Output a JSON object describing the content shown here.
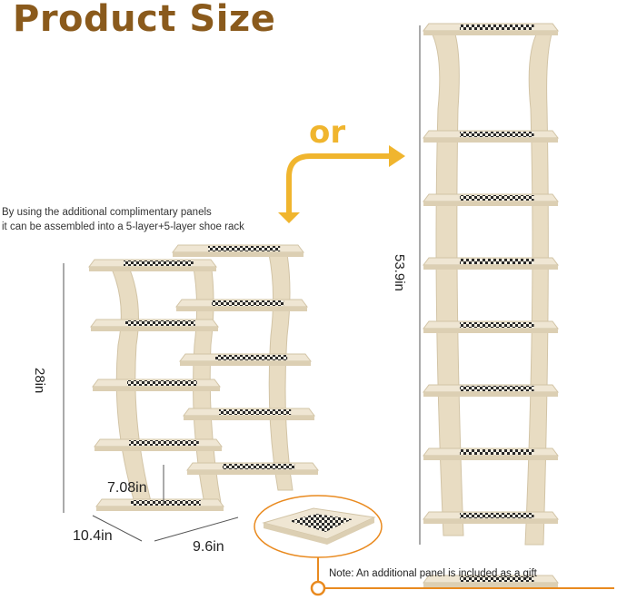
{
  "title": "Product Size",
  "or_label": "or",
  "description": {
    "line1": "By using the additional complimentary panels",
    "line2": "it can be assembled into a 5-layer+5-layer shoe rack"
  },
  "dimensions": {
    "short_height": "28in",
    "tall_height": "53.9in",
    "layer_gap": "7.08in",
    "depth": "10.4in",
    "width": "9.6in"
  },
  "note": "Note: An additional panel is included as a gift",
  "colors": {
    "title": "#8a5a1c",
    "accent": "#f0b52e",
    "panel": "#efe6d3",
    "panel_edge": "#d9ccb0",
    "note_line": "#e98a1f"
  }
}
